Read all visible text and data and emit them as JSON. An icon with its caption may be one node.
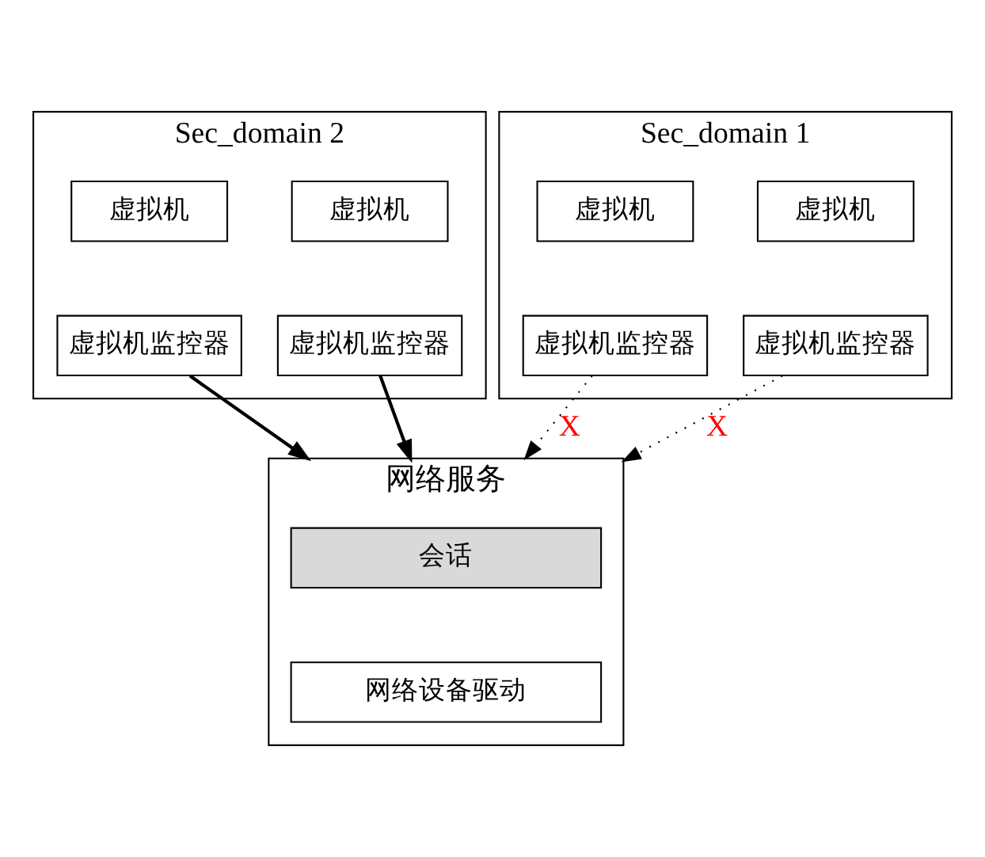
{
  "diagram": {
    "nodes": [
      {
        "text": [
          "Sec_domain 2"
        ]
      },
      {
        "text": [
          "虚拟机"
        ],
        "in": 0
      },
      {
        "text": [
          "虚拟机监控器"
        ],
        "in": 0
      },
      {
        "text": [
          "虚拟机"
        ],
        "in": 0
      },
      {
        "text": [
          "虚拟机监控器"
        ],
        "in": 0
      },
      {
        "text": [
          "Sec_domain 1"
        ]
      },
      {
        "text": [
          "虚拟机"
        ],
        "in": 5
      },
      {
        "text": [
          "虚拟机监控器"
        ],
        "in": 5
      },
      {
        "text": [
          "虚拟机"
        ],
        "in": 5
      },
      {
        "text": [
          "虚拟机监控器"
        ],
        "in": 5
      },
      {
        "text": [
          "网络服务"
        ]
      },
      {
        "text": [
          "会话"
        ],
        "in": 10
      },
      {
        "text": [
          "网络设备驱动"
        ],
        "in": 10
      }
    ],
    "edges": [
      {
        "from": 2,
        "to": 10,
        "arrow": "to"
      },
      {
        "from": 4,
        "to": 10,
        "arrow": "to"
      },
      {
        "from": 7,
        "to": 10,
        "arrow": "to",
        "style": "dashed",
        "label": "X"
      },
      {
        "from": 9,
        "to": 10,
        "arrow": "to",
        "style": "dashed",
        "label": "X"
      }
    ]
  }
}
